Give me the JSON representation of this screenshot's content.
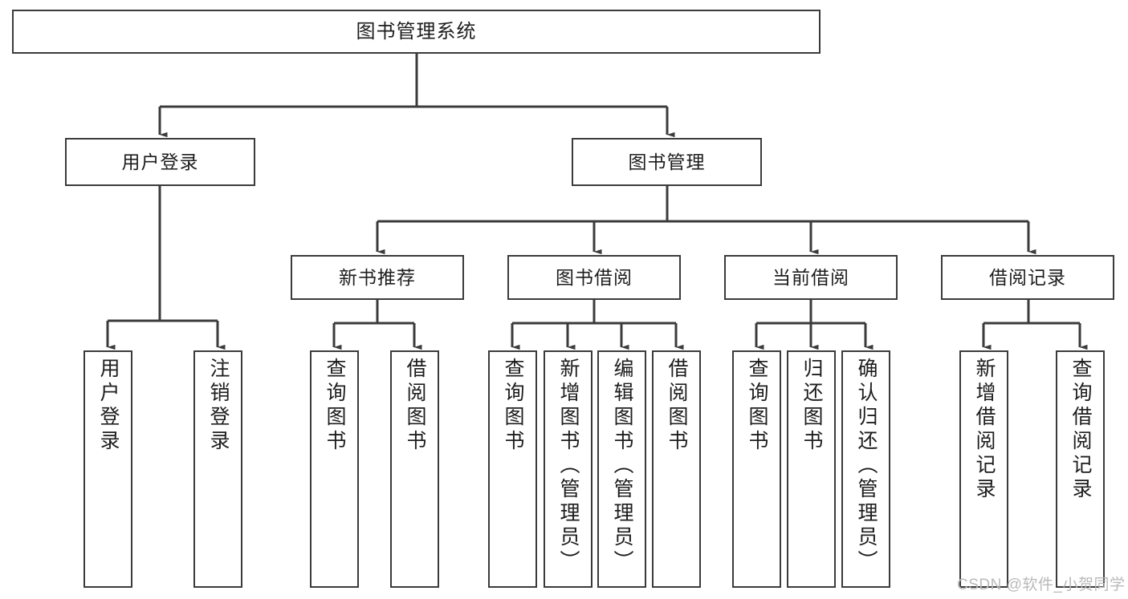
{
  "diagram": {
    "type": "tree",
    "title": "图书管理系统",
    "root": {
      "label": "图书管理系统"
    },
    "level2": [
      {
        "label": "用户登录"
      },
      {
        "label": "图书管理"
      }
    ],
    "level3": [
      {
        "label": "新书推荐"
      },
      {
        "label": "图书借阅"
      },
      {
        "label": "当前借阅"
      },
      {
        "label": "借阅记录"
      }
    ],
    "leaves": {
      "user_login": [
        {
          "label": "用户登录"
        },
        {
          "label": "注销登录"
        }
      ],
      "new_book_recommend": [
        {
          "label": "查询图书"
        },
        {
          "label": "借阅图书"
        }
      ],
      "book_borrow": [
        {
          "label": "查询图书"
        },
        {
          "label": "新增图书（管理员）"
        },
        {
          "label": "编辑图书（管理员）"
        },
        {
          "label": "借阅图书"
        }
      ],
      "current_borrow": [
        {
          "label": "查询图书"
        },
        {
          "label": "归还图书"
        },
        {
          "label": "确认归还（管理员）"
        }
      ],
      "borrow_record": [
        {
          "label": "新增借阅记录"
        },
        {
          "label": "查询借阅记录"
        }
      ]
    }
  },
  "watermark": {
    "text": "CSDN @软件_小贺同学"
  },
  "colors": {
    "box_border": "#3b3b3b",
    "box_fill": "#ffffff",
    "line": "#3b3b3b",
    "text": "#1d1d1d",
    "watermark": "#b9b9b9",
    "background": "#ffffff"
  }
}
